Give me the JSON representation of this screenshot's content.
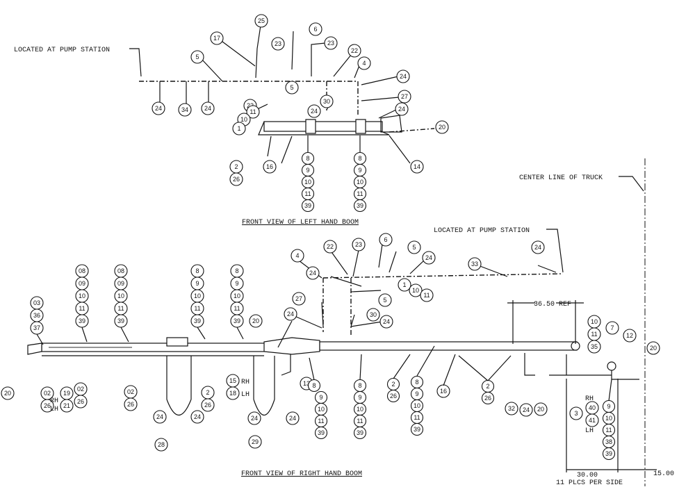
{
  "labels": {
    "pump_station_top": "LOCATED AT PUMP STATION",
    "pump_station_right": "LOCATED AT PUMP STATION",
    "center_line": "CENTER LINE OF TRUCK",
    "dim_ref": "36.50 REF",
    "dim_30": "30.00",
    "dim_15": "15.00",
    "plcs": "11 PLCS PER SIDE",
    "caption_left": "FRONT VIEW OF LEFT HAND BOOM",
    "caption_right": "FRONT VIEW OF RIGHT HAND BOOM",
    "rh": "RH",
    "lh": "LH"
  },
  "callouts": {
    "left_top": [
      "25",
      "17",
      "6",
      "23",
      "23",
      "22",
      "5",
      "4",
      "24",
      "27",
      "24",
      "30",
      "22",
      "11",
      "10",
      "1",
      "24",
      "34",
      "24",
      "5",
      "20",
      "2",
      "26",
      "16",
      "14"
    ],
    "left_stack_a": [
      "8",
      "9",
      "10",
      "11",
      "39"
    ],
    "left_stack_b": [
      "8",
      "9",
      "10",
      "11",
      "39"
    ],
    "right_top": [
      "22",
      "23",
      "6",
      "5",
      "24",
      "33",
      "24",
      "4",
      "24",
      "5",
      "1",
      "10",
      "11",
      "27",
      "24",
      "30",
      "24",
      "20"
    ],
    "right_stacks": [
      [
        "03",
        "36",
        "37"
      ],
      [
        "08",
        "09",
        "10",
        "11",
        "39"
      ],
      [
        "08",
        "09",
        "10",
        "11",
        "39"
      ],
      [
        "8",
        "9",
        "10",
        "11",
        "39"
      ],
      [
        "8",
        "9",
        "10",
        "11",
        "39"
      ]
    ],
    "right_bottom": [
      "20",
      "02",
      "26",
      "19",
      "21",
      "02",
      "26",
      "02",
      "26",
      "24",
      "24",
      "28",
      "2",
      "26",
      "15",
      "18",
      "24",
      "29",
      "24",
      "13",
      "16",
      "32",
      "24",
      "20",
      "3",
      "40",
      "41",
      "7",
      "12",
      "20",
      "10",
      "11",
      "35"
    ],
    "right_stack_c": [
      "8",
      "9",
      "10",
      "11",
      "39"
    ],
    "right_stack_d": [
      "8",
      "9",
      "10",
      "11",
      "39"
    ],
    "right_stack_e": [
      "2",
      "26"
    ],
    "right_stack_f": [
      "8",
      "9",
      "10",
      "11",
      "39"
    ],
    "right_stack_g": [
      "2",
      "26"
    ],
    "right_stack_h": [
      "9",
      "10",
      "11",
      "38",
      "39"
    ]
  }
}
